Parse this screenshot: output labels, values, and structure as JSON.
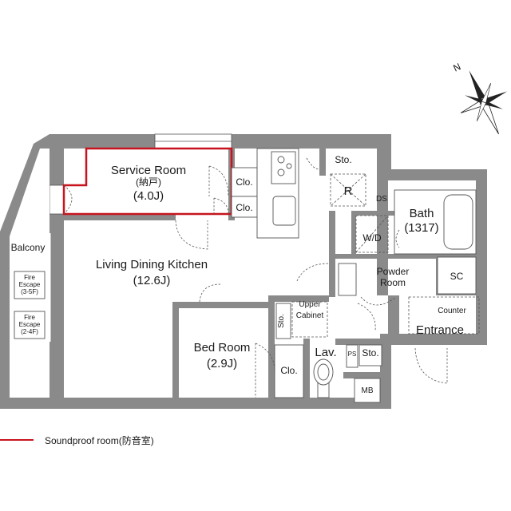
{
  "rooms": {
    "service_room": {
      "name": "Service Room",
      "sub": "(納戸)",
      "size": "(4.0J)"
    },
    "ldk": {
      "name": "Living Dining Kitchen",
      "size": "(12.6J)"
    },
    "bed_room": {
      "name": "Bed Room",
      "size": "(2.9J)"
    },
    "bath": {
      "name": "Bath",
      "size": "(1317)"
    },
    "powder_room": {
      "line1": "Powder",
      "line2": "Room"
    },
    "entrance": "Entrance",
    "balcony": "Balcony",
    "lav": "Lav."
  },
  "fixtures": {
    "clo_1": "Clo.",
    "clo_2": "Clo.",
    "clo_bed": "Clo.",
    "sto_top": "Sto.",
    "sto_mid": "Sto.",
    "sto_lav": "Sto.",
    "r": "R",
    "ds": "DS",
    "wd": "W/D",
    "sc": "SC",
    "counter": "Counter",
    "upper_cabinet_1": "Upper",
    "upper_cabinet_2": "Cabinet",
    "ps": "PS",
    "mb": "MB",
    "fire_escape_1": {
      "l1": "Fire",
      "l2": "Escape",
      "l3": "(3-5F)"
    },
    "fire_escape_2": {
      "l1": "Fire",
      "l2": "Escape",
      "l3": "(2-4F)"
    }
  },
  "compass": {
    "north": "N"
  },
  "legend": {
    "label": "Soundproof room(防音室)",
    "color": "#c8141e"
  },
  "colors": {
    "wall": "#8a8a8a",
    "soundproof": "#c8141e"
  }
}
